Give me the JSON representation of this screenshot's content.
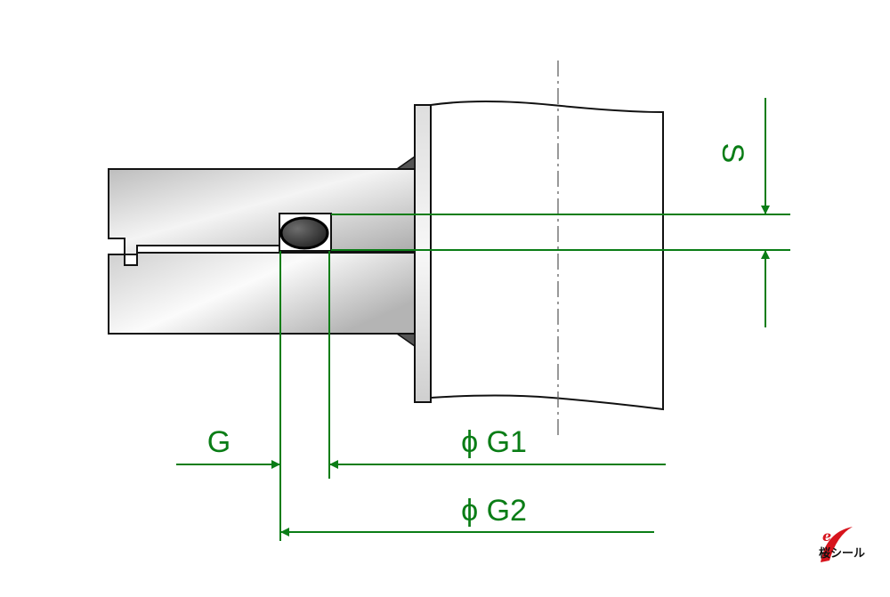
{
  "diagram": {
    "labels": {
      "s": "S",
      "g": "G",
      "phi_g1": "ϕ G1",
      "phi_g2": "ϕ G2"
    },
    "logo": {
      "text": "桜シール",
      "mark": "e"
    },
    "colors": {
      "dimension": "#0a7d16",
      "outline": "#111111",
      "oring": "#3a3a3a",
      "metal_light": "#fafafa",
      "metal_dark": "#c6c6c6",
      "logo_accent": "#d7141d"
    }
  }
}
